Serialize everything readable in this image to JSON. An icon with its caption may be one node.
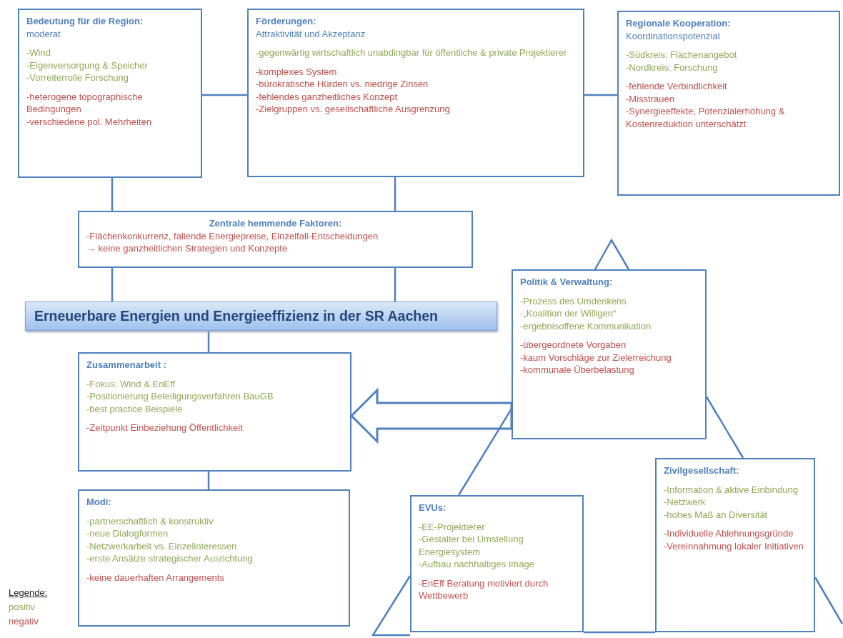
{
  "diagram": {
    "nodes": [
      {
        "text": [
          "Bedeutung für die Region:",
          "moderat",
          "-Wind",
          "-Eigenversorgung & Speicher",
          "-Vorreiterrolle Forschung",
          "-heterogene topographische Bedingungen",
          "-verschiedene pol. Mehrheiten"
        ]
      },
      {
        "text": [
          "Förderungen:",
          "Attraktivität und Akzeptanz",
          "-gegenwärtig wirtschaftlich unabdingbar für öffentliche & private Projektierer",
          "-komplexes System",
          "-bürokratische Hürden vs. niedrige Zinsen",
          "-fehlendes ganzheitliches Konzept",
          "-Zielgruppen vs. gesellschaftliche Ausgrenzung"
        ]
      },
      {
        "text": [
          "Regionale Kooperation:",
          "Koordinationspotenzial",
          "-Südkreis: Flächenangebot",
          "-Nordkreis: Forschung",
          "-fehlende Verbindlichkeit",
          "-Misstrauen",
          "-Synergieeffekte, Potenzialerhöhung & Kostenreduktion unterschätzt"
        ]
      },
      {
        "text": [
          "Zentrale hemmende Faktoren:",
          "-Flächenkonkurrenz, fallende Energiepreise, Einzelfall-Entscheidungen",
          "→ keine ganzheitlichen Strategien und Konzepte"
        ]
      },
      {
        "text": [
          "Erneuerbare Energien und Energieeffizienz in der SR Aachen"
        ]
      },
      {
        "text": [
          "Zusammenarbeit :",
          "-Fokus: Wind & EnEff",
          "-Positionierung Beteiligungsverfahren BauGB",
          "-best practice Beispiele",
          "-Zeitpunkt Einbeziehung Öffentlichkeit"
        ]
      },
      {
        "text": [
          "Modi:",
          "-partnerschaftlich & konstruktiv",
          "-neue Dialogformen",
          "-Netzwerkarbeit vs. Einzelinteressen",
          "-erste Ansätze strategischer Ausrichtung",
          "-keine dauerhaften Arrangements"
        ]
      },
      {
        "text": [
          "Politik & Verwaltung:",
          "-Prozess des Umdenkens",
          "-„Koalition der Willigen“",
          "-ergebnisoffene Kommunikation",
          "-übergeordnete Vorgaben",
          "-kaum Vorschläge zur Zielerreichung",
          "-kommunale Überbelastung"
        ]
      },
      {
        "text": [
          "EVUs:",
          "-EE-Projektierer",
          "-Gestalter bei Umstellung Energiesystem",
          "-Aufbau nachhaltiges Image",
          "-EnEff Beratung motiviert durch Wettbewerb"
        ]
      },
      {
        "text": [
          "Zivilgesellschaft:",
          "-Information & aktive Einbindung",
          "-Netzwerk",
          "-hohes Maß an Diversität",
          "-Individuelle Ablehnungsgründe",
          "-Vereinnahmung lokaler Initiativen"
        ]
      }
    ],
    "edges": [
      {
        "from": 0,
        "to": 1,
        "arrow": "none"
      },
      {
        "from": 1,
        "to": 2,
        "arrow": "none"
      },
      {
        "from": 0,
        "to": 3,
        "arrow": "none"
      },
      {
        "from": 1,
        "to": 3,
        "arrow": "none"
      },
      {
        "from": 3,
        "to": 4,
        "arrow": "none"
      },
      {
        "from": 3,
        "to": 4,
        "arrow": "none"
      },
      {
        "from": 4,
        "to": 5,
        "arrow": "none"
      },
      {
        "from": 5,
        "to": 6,
        "arrow": "none"
      },
      {
        "from": 7,
        "to": 5,
        "arrow": "to"
      },
      {
        "from": 7,
        "to": 8,
        "arrow": "none"
      },
      {
        "from": 7,
        "to": 9,
        "arrow": "none"
      },
      {
        "from": 8,
        "to": 9,
        "arrow": "none"
      }
    ],
    "labels": [
      "Legende:"
    ],
    "legend": [
      {
        "text": "positiv",
        "color": "#8fa855"
      },
      {
        "text": "negativ",
        "color": "#c0504d"
      }
    ]
  }
}
